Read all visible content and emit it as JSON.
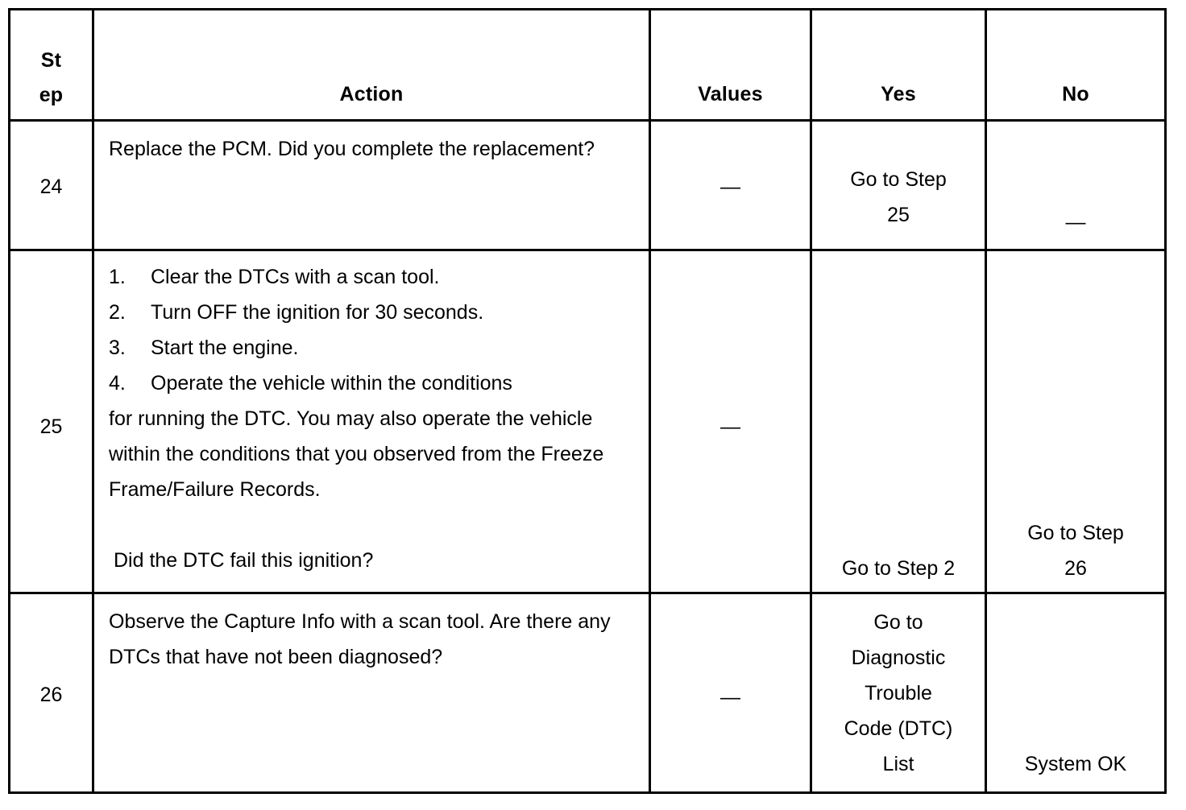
{
  "document": {
    "type": "diagnostic-procedure-table",
    "headers": {
      "step": "Step",
      "step_line1": "St",
      "step_line2": "ep",
      "action": "Action",
      "values": "Values",
      "yes": "Yes",
      "no": "No"
    },
    "rows": [
      {
        "step": "24",
        "action_paragraphs": [
          "Replace the PCM. Did you complete the replacement?"
        ],
        "values": "—",
        "yes_lines": [
          "Go to Step",
          "25"
        ],
        "no_lines": [
          "—"
        ]
      },
      {
        "step": "25",
        "action_list": [
          {
            "marker": "1.",
            "text": "Clear the DTCs with a scan tool."
          },
          {
            "marker": "2.",
            "text": "Turn OFF the ignition for 30 seconds."
          },
          {
            "marker": "3.",
            "text": "Start the engine."
          },
          {
            "marker": "4.",
            "text": "Operate the vehicle within the conditions"
          }
        ],
        "action_continuation": "for running the DTC. You may also operate the vehicle within the conditions that you observed from the Freeze Frame/Failure Records.",
        "action_question": "Did the DTC fail this ignition?",
        "values": "—",
        "yes_lines": [
          "Go to Step 2"
        ],
        "no_lines": [
          "Go to Step",
          "26"
        ]
      },
      {
        "step": "26",
        "action_paragraphs": [
          "Observe the Capture Info with a scan tool. Are there any DTCs that have not been diagnosed?"
        ],
        "values": "—",
        "yes_lines": [
          "Go to",
          "Diagnostic",
          "Trouble",
          "Code (DTC)",
          "List"
        ],
        "no_lines": [
          "System OK"
        ]
      }
    ]
  },
  "colors": {
    "background": "#ffffff",
    "text": "#000000",
    "border": "#000000"
  }
}
